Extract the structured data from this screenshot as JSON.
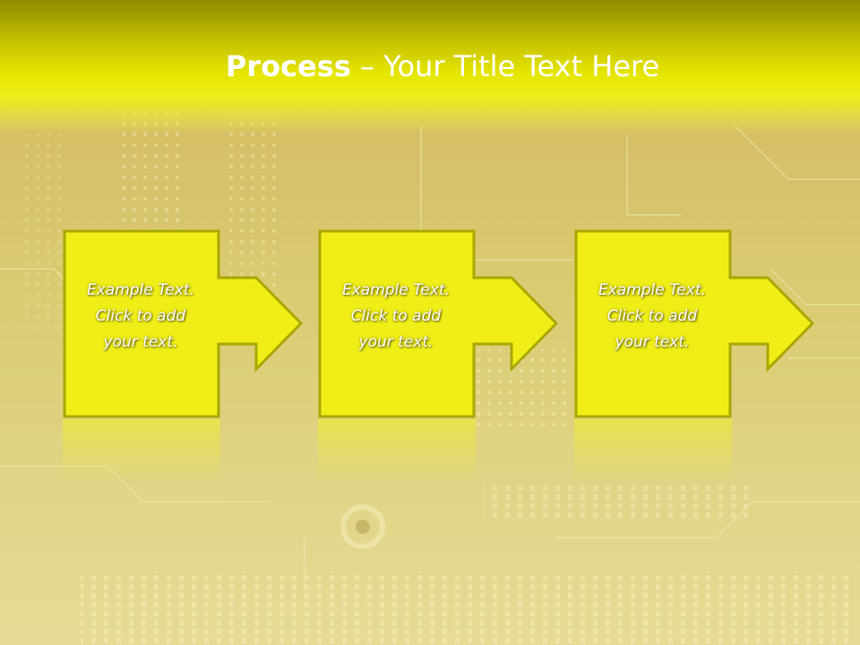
{
  "slide": {
    "title_bold": "Process",
    "title_rest": " – Your Title Text Here"
  },
  "steps": [
    {
      "text": "Example Text.\nClick  to add\nyour text."
    },
    {
      "text": "Example Text.\nClick  to add\nyour text."
    },
    {
      "text": "Example Text.\nClick  to add\nyour text."
    }
  ],
  "colors": {
    "box_fill": "#f0ee17",
    "box_stroke": "#a9a700",
    "title_bar": "#e6e600"
  },
  "background": "circuit-board-image"
}
